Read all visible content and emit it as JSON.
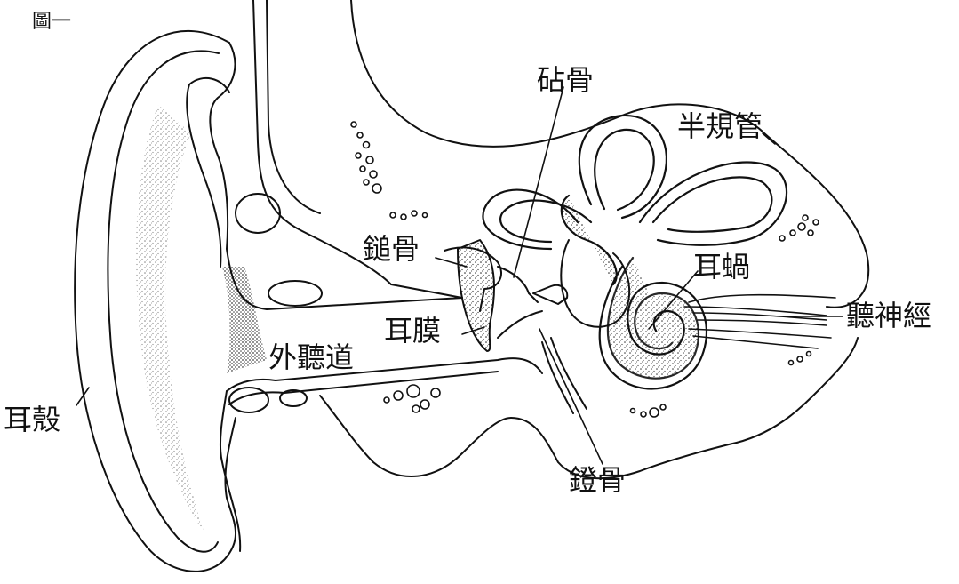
{
  "figure_label": "圖一",
  "labels": {
    "auricle": "耳殼",
    "ear_canal": "外聽道",
    "eardrum": "耳膜",
    "malleus": "鎚骨",
    "incus": "砧骨",
    "stapes": "鐙骨",
    "semicircular_canals": "半規管",
    "cochlea": "耳蝸",
    "auditory_nerve": "聽神經"
  },
  "colors": {
    "ink": "#111111",
    "background": "#ffffff"
  }
}
